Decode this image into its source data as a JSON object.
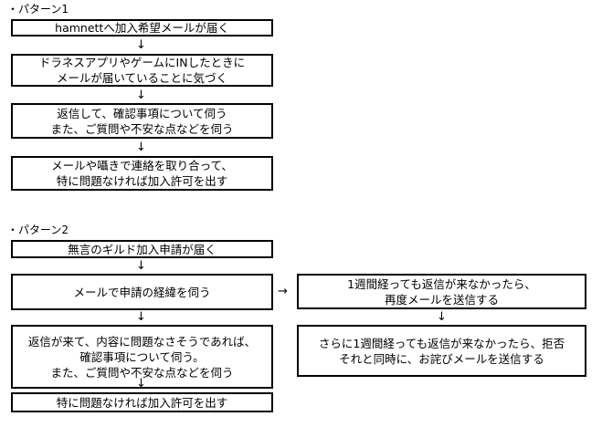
{
  "pattern1": {
    "title": "・パターン1",
    "steps": [
      {
        "lines": [
          "hamnettへ加入希望メールが届く"
        ]
      },
      {
        "lines": [
          "ドラネスアプリやゲームにINしたときに",
          "メールが届いていることに気づく"
        ]
      },
      {
        "lines": [
          "返信して、確認事項について伺う",
          "また、ご質問や不安な点などを伺う"
        ]
      },
      {
        "lines": [
          "メールや囁きで連絡を取り合って、",
          "特に問題なければ加入許可を出す"
        ]
      }
    ]
  },
  "pattern2": {
    "title": "・パターン2",
    "steps": [
      {
        "lines": [
          "無言のギルド加入申請が届く"
        ]
      },
      {
        "lines": [
          "メールで申請の経緯を伺う"
        ]
      },
      {
        "lines": [
          "返信が来て、内容に問題なさそうであれば、",
          "確認事項について伺う。",
          "また、ご質問や不安な点などを伺う"
        ]
      },
      {
        "lines": [
          "特に問題なければ加入許可を出す"
        ]
      }
    ],
    "branch": [
      {
        "lines": [
          "1週間経っても返信が来なかったら、",
          "再度メールを送信する"
        ]
      },
      {
        "lines": [
          "さらに1週間経っても返信が来なかったら、拒否",
          "それと同時に、お詫びメールを送信する"
        ]
      }
    ]
  },
  "arrows": {
    "down": "↓",
    "right": "→"
  }
}
